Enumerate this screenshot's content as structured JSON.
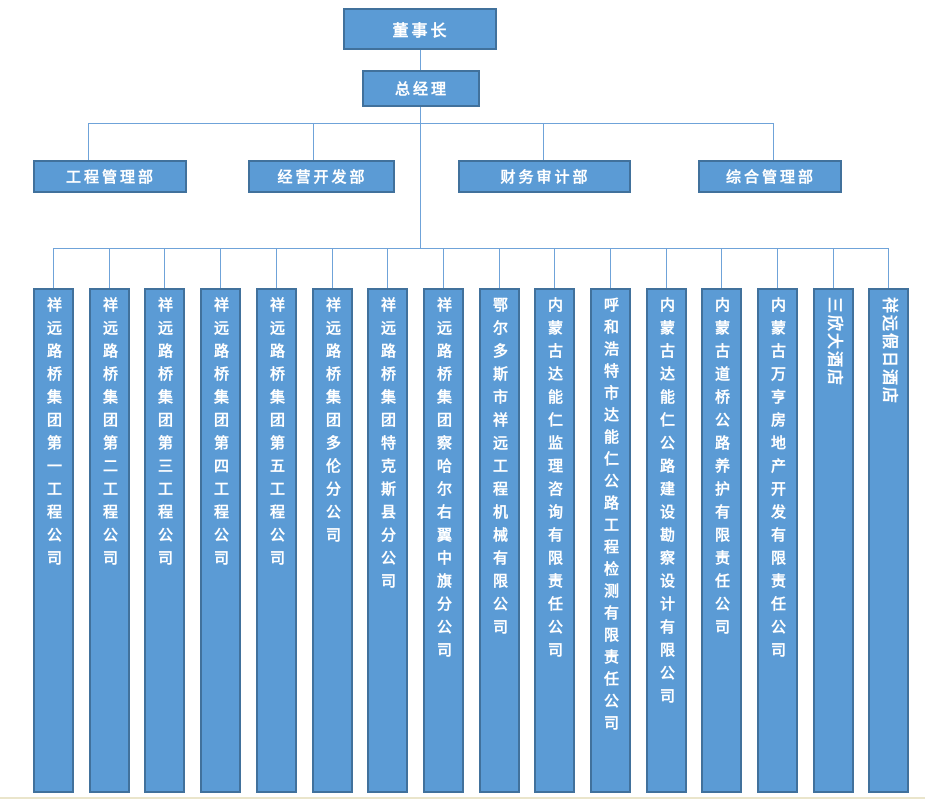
{
  "org": {
    "chairman": "董事长",
    "general_manager": "总经理",
    "departments": [
      {
        "label": "工程管理部"
      },
      {
        "label": "经营开发部"
      },
      {
        "label": "财务审计部"
      },
      {
        "label": "综合管理部"
      }
    ],
    "subsidiaries": [
      {
        "name": "祥远路桥集团第一工程公司"
      },
      {
        "name": "祥远路桥集团第二工程公司"
      },
      {
        "name": "祥远路桥集团第三工程公司"
      },
      {
        "name": "祥远路桥集团第四工程公司"
      },
      {
        "name": "祥远路桥集团第五工程公司"
      },
      {
        "name": "祥远路桥集团多伦分公司"
      },
      {
        "name": "祥远路桥集团特克斯县分公司"
      },
      {
        "name": "祥远路桥集团察哈尔右翼中旗分公司"
      },
      {
        "name": "鄂尔多斯市祥远工程机械有限公司"
      },
      {
        "name": "内蒙古达能仁监理咨询有限责任公司"
      },
      {
        "name": "呼和浩特市达能仁公路工程检测有限责任公司"
      },
      {
        "name": "内蒙古达能仁公路建设勘察设计有限公司"
      },
      {
        "name": "内蒙古道桥公路养护有限责任公司"
      },
      {
        "name": "内蒙古万亨房地产开发有限责任公司"
      },
      {
        "name": "三欣大酒店"
      },
      {
        "name": "祥远假日酒店"
      }
    ]
  },
  "colors": {
    "box_fill": "#5B9BD5",
    "box_border": "#41719C",
    "connector": "#6FA3D9",
    "text": "#FFFFFF"
  }
}
